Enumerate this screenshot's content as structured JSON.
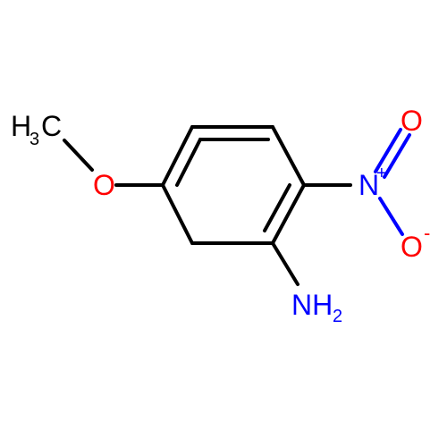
{
  "molecule": {
    "methyl_group": {
      "main": "H",
      "sub": "3",
      "tail": "C"
    },
    "ether_oxygen": "O",
    "nitro": {
      "nitrogen": "N",
      "charge_plus": "+",
      "oxygen_double": "O",
      "oxygen_single": "O",
      "charge_minus": "-"
    },
    "amine": {
      "main": "NH",
      "sub": "2"
    }
  },
  "colors": {
    "bond": "#000000",
    "oxygen": "#ff0000",
    "nitrogen": "#0000ff",
    "carbon": "#000000"
  }
}
